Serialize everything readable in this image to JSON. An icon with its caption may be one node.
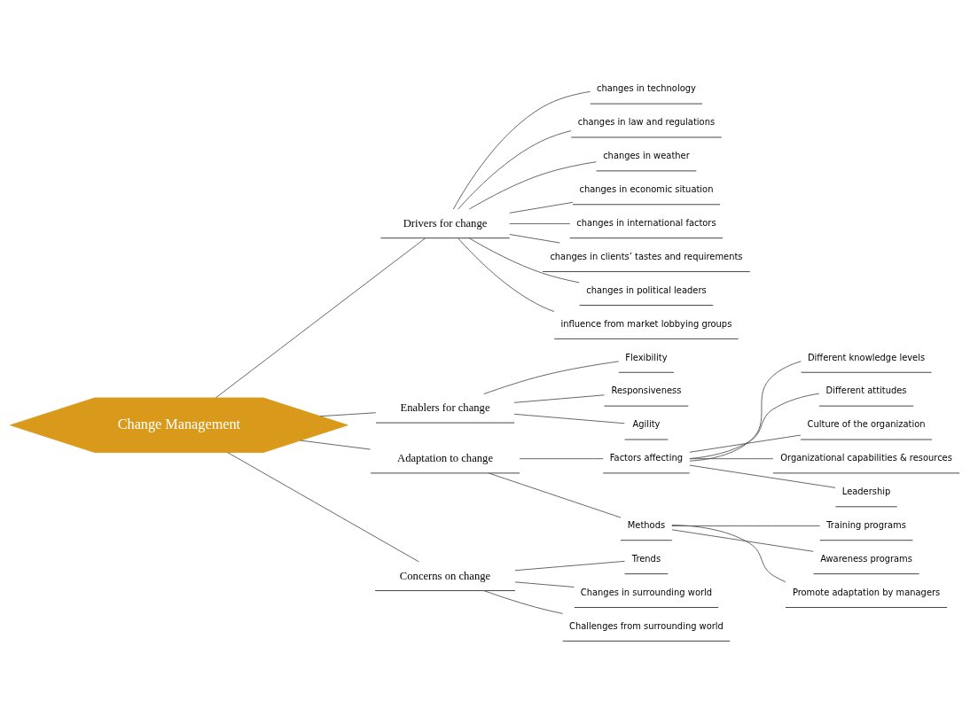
{
  "diagram": {
    "nodes": [
      {
        "text": [
          "Change Management"
        ]
      },
      {
        "text": [
          "Drivers for change"
        ]
      },
      {
        "text": [
          "changes in technology"
        ]
      },
      {
        "text": [
          "changes in law and regulations"
        ]
      },
      {
        "text": [
          "changes in weather"
        ]
      },
      {
        "text": [
          "changes in economic situation"
        ]
      },
      {
        "text": [
          "changes in international factors"
        ]
      },
      {
        "text": [
          "changes in clients’ tastes and requirements"
        ]
      },
      {
        "text": [
          "changes in political leaders"
        ]
      },
      {
        "text": [
          "influence from market lobbying groups"
        ]
      },
      {
        "text": [
          "Enablers for change"
        ]
      },
      {
        "text": [
          "Flexibility"
        ]
      },
      {
        "text": [
          "Responsiveness"
        ]
      },
      {
        "text": [
          "Agility"
        ]
      },
      {
        "text": [
          "Adaptation to change"
        ]
      },
      {
        "text": [
          "Factors affecting"
        ]
      },
      {
        "text": [
          "Different knowledge levels"
        ]
      },
      {
        "text": [
          "Different attitudes"
        ]
      },
      {
        "text": [
          "Culture of the organization"
        ]
      },
      {
        "text": [
          "Organizational capabilities & resources"
        ]
      },
      {
        "text": [
          "Leadership"
        ]
      },
      {
        "text": [
          "Methods"
        ]
      },
      {
        "text": [
          "Training programs"
        ]
      },
      {
        "text": [
          "Awareness programs"
        ]
      },
      {
        "text": [
          "Promote adaptation by managers"
        ]
      },
      {
        "text": [
          "Concerns on change"
        ]
      },
      {
        "text": [
          "Trends"
        ]
      },
      {
        "text": [
          "Changes in surrounding world"
        ]
      },
      {
        "text": [
          "Challenges from surrounding world"
        ]
      }
    ],
    "edges": [
      {
        "from": 0,
        "to": 1,
        "arrow": "none"
      },
      {
        "from": 1,
        "to": 2,
        "arrow": "none"
      },
      {
        "from": 1,
        "to": 3,
        "arrow": "none"
      },
      {
        "from": 1,
        "to": 4,
        "arrow": "none"
      },
      {
        "from": 1,
        "to": 5,
        "arrow": "none"
      },
      {
        "from": 1,
        "to": 6,
        "arrow": "none"
      },
      {
        "from": 1,
        "to": 7,
        "arrow": "none"
      },
      {
        "from": 1,
        "to": 8,
        "arrow": "none"
      },
      {
        "from": 1,
        "to": 9,
        "arrow": "none"
      },
      {
        "from": 0,
        "to": 10,
        "arrow": "none"
      },
      {
        "from": 10,
        "to": 11,
        "arrow": "none"
      },
      {
        "from": 10,
        "to": 12,
        "arrow": "none"
      },
      {
        "from": 10,
        "to": 13,
        "arrow": "none"
      },
      {
        "from": 0,
        "to": 14,
        "arrow": "none"
      },
      {
        "from": 14,
        "to": 15,
        "arrow": "none"
      },
      {
        "from": 15,
        "to": 16,
        "arrow": "none"
      },
      {
        "from": 15,
        "to": 17,
        "arrow": "none"
      },
      {
        "from": 15,
        "to": 18,
        "arrow": "none"
      },
      {
        "from": 15,
        "to": 19,
        "arrow": "none"
      },
      {
        "from": 15,
        "to": 20,
        "arrow": "none"
      },
      {
        "from": 14,
        "to": 21,
        "arrow": "none"
      },
      {
        "from": 21,
        "to": 22,
        "arrow": "none"
      },
      {
        "from": 21,
        "to": 23,
        "arrow": "none"
      },
      {
        "from": 21,
        "to": 24,
        "arrow": "none"
      },
      {
        "from": 0,
        "to": 25,
        "arrow": "none"
      },
      {
        "from": 25,
        "to": 26,
        "arrow": "none"
      },
      {
        "from": 25,
        "to": 27,
        "arrow": "none"
      },
      {
        "from": 25,
        "to": 28,
        "arrow": "none"
      }
    ]
  }
}
